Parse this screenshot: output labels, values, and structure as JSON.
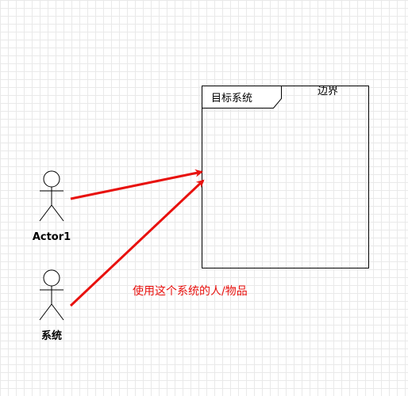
{
  "actors": [
    {
      "id": "actor1",
      "label": "Actor1"
    },
    {
      "id": "actor2",
      "label": "系统"
    }
  ],
  "frame": {
    "title": "目标系统",
    "boundary_label": "边界"
  },
  "note": {
    "text": "使用这个系统的人/物品",
    "color": "#e8110e"
  },
  "colors": {
    "arrow": "#e8110e",
    "stroke": "#000000",
    "grid": "#e9e9e9"
  }
}
